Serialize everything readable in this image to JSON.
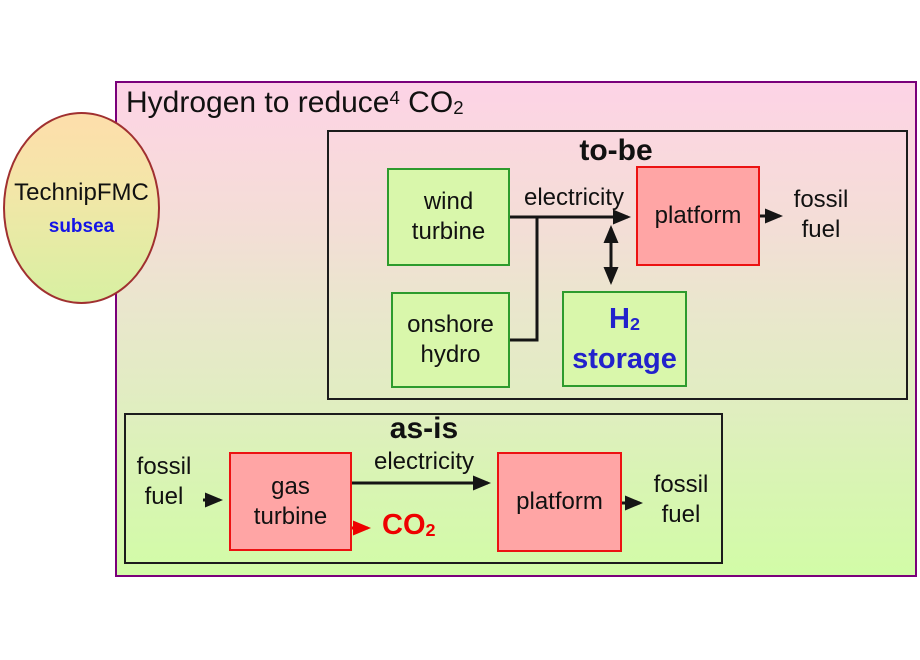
{
  "title": {
    "main": "Hydrogen to reduce",
    "footnote": "4",
    "co": " CO",
    "sub": "2"
  },
  "logo": {
    "name": "TechnipFMC",
    "tagline": "subsea"
  },
  "tobe": {
    "label": "to-be",
    "wind_turbine": "wind\nturbine",
    "onshore_hydro": "onshore\nhydro",
    "electricity": "electricity",
    "platform": "platform",
    "fossil_fuel": "fossil\nfuel",
    "h2": {
      "h": "H",
      "sub": "2",
      "storage": "storage"
    }
  },
  "asis": {
    "label": "as-is",
    "electricity": "electricity",
    "fossil_fuel_in": "fossil\nfuel",
    "gas_turbine": "gas\nturbine",
    "co2": {
      "co": "CO",
      "sub": "2"
    },
    "platform": "platform",
    "fossil_fuel_out": "fossil\nfuel"
  },
  "colors": {
    "outer_border": "#7a007a",
    "background_top": "#fdd3e6",
    "background_middle": "#eae6cd",
    "background_bottom": "#d2fca7",
    "green_box_fill": "#d9f7ab",
    "green_box_border": "#2d9b2d",
    "red_box_fill": "#ffa5a5",
    "red_box_border": "#ec1212",
    "section_border": "#1c1c1c",
    "h2_text": "#2222cc",
    "co2_text": "#ee0000",
    "subsea_text": "#1414e6",
    "ellipse_border": "#a03030"
  }
}
